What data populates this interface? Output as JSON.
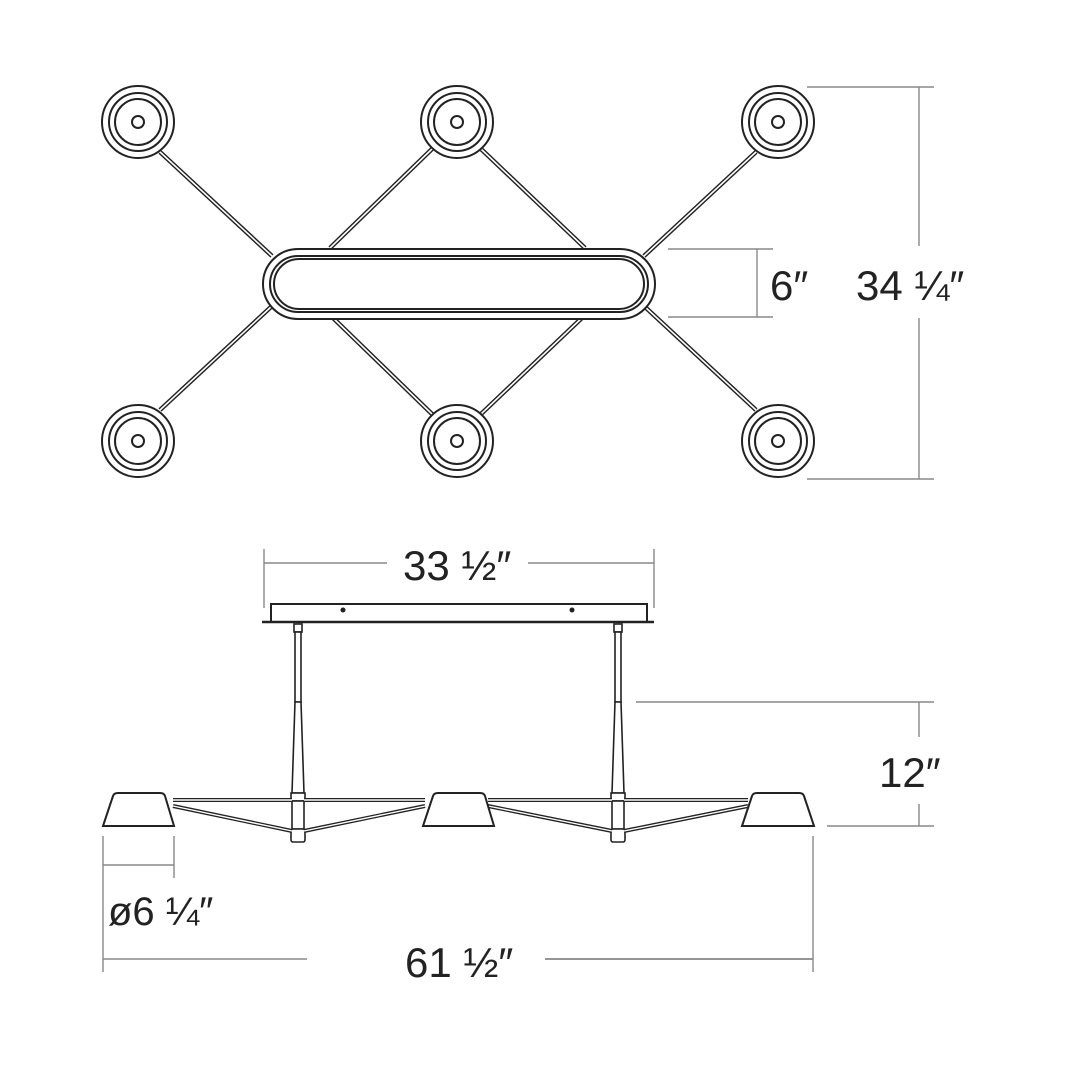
{
  "colors": {
    "background": "#ffffff",
    "line": "#222222",
    "dimension_line": "#888888",
    "text": "#222222"
  },
  "top_view": {
    "fixture_count": 6,
    "canopy_shape": "rounded-rectangle",
    "dimensions": {
      "canopy_depth": "6″",
      "overall_depth": "34 ¼″"
    }
  },
  "side_view": {
    "dimensions": {
      "canopy_length": "33 ½″",
      "drop_height": "12″",
      "shade_diameter": "ø6 ¼″",
      "overall_length": "61 ½″"
    }
  }
}
